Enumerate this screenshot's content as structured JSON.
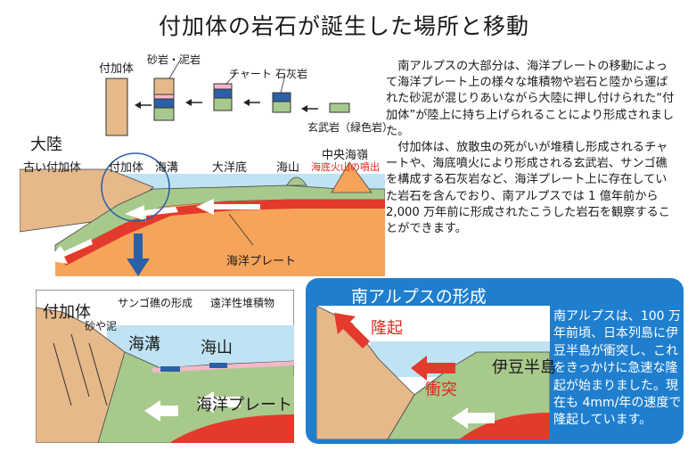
{
  "title": "付加体の岩石が誕生した場所と移動",
  "legend": {
    "accretion": "付加体",
    "sandstone_mud": "砂岩・泥岩",
    "chert": "チャート",
    "limestone": "石灰岩",
    "basalt": "玄武岩（緑色岩）"
  },
  "cross_section": {
    "continent": "大陸",
    "old_accretion": "古い付加体",
    "accretion": "付加体",
    "trench": "海溝",
    "ocean_floor": "大洋底",
    "seamount": "海山",
    "ridge": "中央海嶺",
    "ridge_note": "海底火山の噴出",
    "plate": "海洋プレート"
  },
  "right_text": "南アルプスの大部分は、海洋プレートの移動によって海洋プレート上の様々な堆積物や岩石と陸から運ばれた砂泥が混じりあいながら大陸に押し付けられた“付加体”が陸上に持ち上げられることにより形成されました。",
  "right_text_2": "付加体は、放散虫の死がいが堆積し形成されるチャートや、海底噴火により形成される玄武岩、サンゴ礁を構成する石灰岩など、海洋プレート上に存在していた岩石を含んでおり、南アルプスでは 1 億年前から 2,000 万年前に形成されたこうした岩石を観察することができます。",
  "zoom": {
    "accretion": "付加体",
    "coral": "サンゴ礁の形成",
    "pelagic": "遠洋性堆積物",
    "sand_mud": "砂や泥",
    "trench": "海溝",
    "seamount": "海山",
    "plate": "海洋プレート"
  },
  "alps": {
    "title": "南アルプスの形成",
    "uplift": "隆起",
    "collision": "衝突",
    "izu": "伊豆半島",
    "text": "南アルプスは、100 万年前頃、日本列島に伊豆半島が衝突し、これをきっかけに急速な隆起が始まりました。現在も 4mm/年の速度で隆起しています。"
  },
  "colors": {
    "sea": "#bfe3f3",
    "plate_green": "#a8c98c",
    "mantle_orange": "#f5a45a",
    "crust_red": "#e33a2c",
    "accretion_tan": "#e6b98a",
    "chert_pink": "#f5b8c8",
    "limestone_blue": "#2b5fa8",
    "panel_blue": "#1f7fce"
  }
}
